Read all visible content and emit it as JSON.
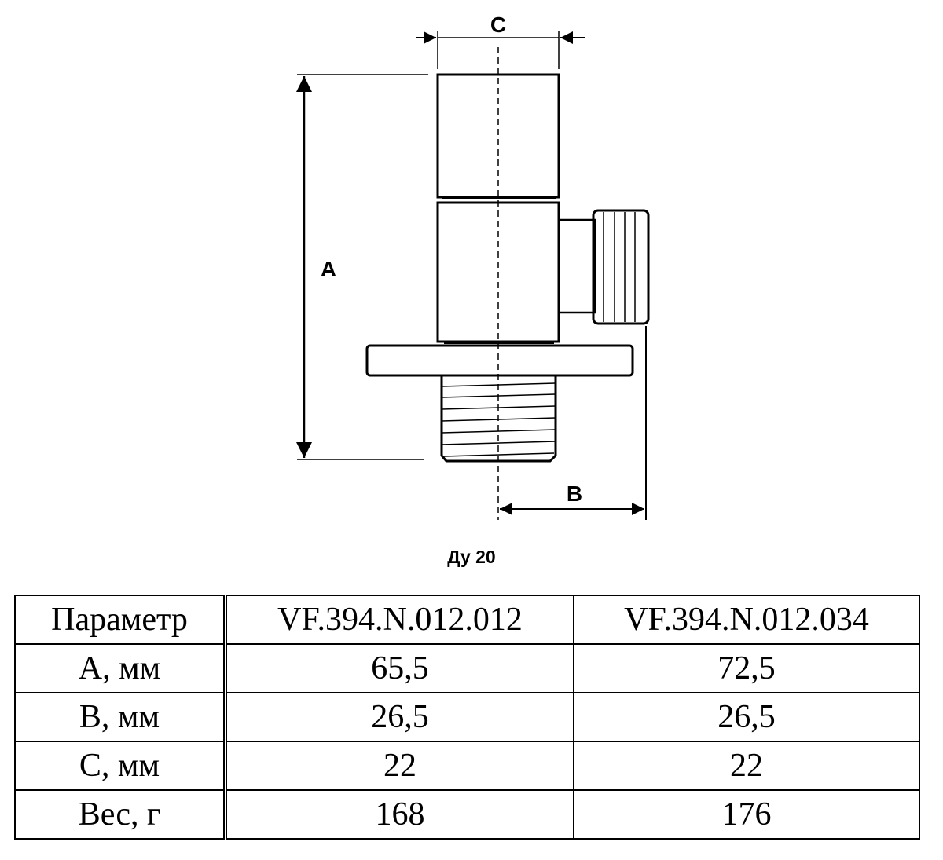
{
  "drawing": {
    "dimension_labels": {
      "a": "A",
      "b": "B",
      "c": "C"
    }
  },
  "caption": "Ду 20",
  "table": {
    "headers": [
      "Параметр",
      "VF.394.N.012.012",
      "VF.394.N.012.034"
    ],
    "rows": [
      [
        "A, мм",
        "65,5",
        "72,5"
      ],
      [
        "B, мм",
        "26,5",
        "26,5"
      ],
      [
        "C, мм",
        "22",
        "22"
      ],
      [
        "Вес, г",
        "168",
        "176"
      ]
    ]
  }
}
